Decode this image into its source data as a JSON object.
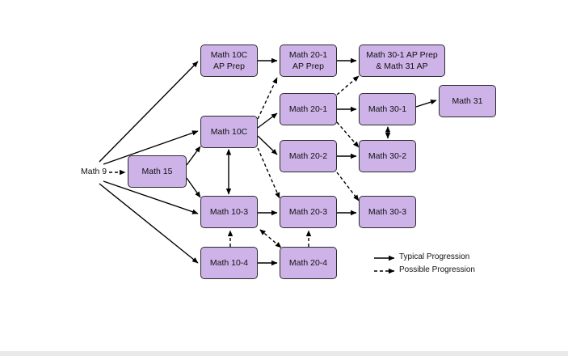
{
  "colors": {
    "node_fill": "#cdb3e8",
    "node_border": "#2b2b2b",
    "edge": "#000000"
  },
  "nodes": {
    "math9": "Math 9",
    "math15": "Math 15",
    "math10c_ap_line1": "Math 10C",
    "math10c_ap_line2": "AP Prep",
    "math10c": "Math 10C",
    "math10_3": "Math 10-3",
    "math10_4": "Math 10-4",
    "math20_1_ap_line1": "Math 20-1",
    "math20_1_ap_line2": "AP Prep",
    "math20_1": "Math 20-1",
    "math20_2": "Math 20-2",
    "math20_3": "Math 20-3",
    "math20_4": "Math 20-4",
    "math30_1_ap_line1": "Math 30-1 AP Prep",
    "math30_1_ap_line2": "& Math 31 AP",
    "math30_1": "Math 30-1",
    "math30_2": "Math 30-2",
    "math30_3": "Math 30-3",
    "math31": "Math 31"
  },
  "legend": {
    "typical": "Typical Progression",
    "possible": "Possible Progression"
  },
  "edges": [
    {
      "from": "math9",
      "to": "math10c_ap",
      "style": "solid"
    },
    {
      "from": "math9",
      "to": "math10c",
      "style": "solid"
    },
    {
      "from": "math9",
      "to": "math15",
      "style": "dashed"
    },
    {
      "from": "math9",
      "to": "math10_3",
      "style": "solid"
    },
    {
      "from": "math9",
      "to": "math10_4",
      "style": "solid"
    },
    {
      "from": "math15",
      "to": "math10c",
      "style": "solid"
    },
    {
      "from": "math15",
      "to": "math10_3",
      "style": "solid"
    },
    {
      "from": "math10c",
      "to": "math10_3",
      "style": "solid",
      "bidirectional": true
    },
    {
      "from": "math10c_ap",
      "to": "math20_1_ap",
      "style": "solid"
    },
    {
      "from": "math10c",
      "to": "math20_1_ap",
      "style": "dashed"
    },
    {
      "from": "math10c",
      "to": "math20_1",
      "style": "solid"
    },
    {
      "from": "math10c",
      "to": "math20_2",
      "style": "solid"
    },
    {
      "from": "math10c",
      "to": "math20_3",
      "style": "dashed"
    },
    {
      "from": "math10_3",
      "to": "math20_3",
      "style": "solid"
    },
    {
      "from": "math10_3",
      "to": "math20_4",
      "style": "dashed",
      "bidirectional": true
    },
    {
      "from": "math10_4",
      "to": "math10_3",
      "style": "dashed"
    },
    {
      "from": "math10_4",
      "to": "math20_4",
      "style": "solid"
    },
    {
      "from": "math20_4",
      "to": "math20_3",
      "style": "dashed"
    },
    {
      "from": "math20_1_ap",
      "to": "math30_1_ap",
      "style": "solid"
    },
    {
      "from": "math20_1",
      "to": "math30_1_ap",
      "style": "dashed"
    },
    {
      "from": "math20_1",
      "to": "math30_1",
      "style": "solid"
    },
    {
      "from": "math20_1",
      "to": "math30_2",
      "style": "dashed"
    },
    {
      "from": "math20_2",
      "to": "math30_2",
      "style": "solid"
    },
    {
      "from": "math20_2",
      "to": "math30_3",
      "style": "dashed"
    },
    {
      "from": "math20_3",
      "to": "math30_3",
      "style": "solid"
    },
    {
      "from": "math30_1",
      "to": "math30_2",
      "style": "solid",
      "bidirectional": true
    },
    {
      "from": "math30_1",
      "to": "math31",
      "style": "solid"
    }
  ]
}
